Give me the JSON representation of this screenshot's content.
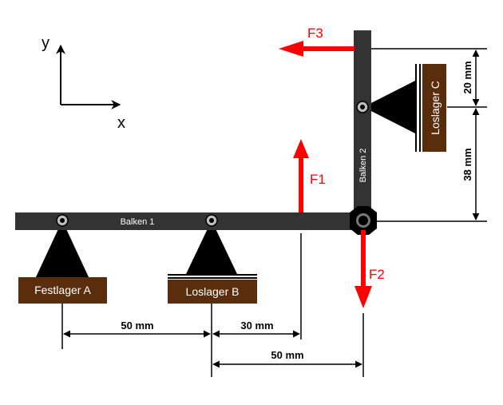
{
  "axes": {
    "x_label": "x",
    "y_label": "y"
  },
  "beams": {
    "beam1": {
      "label": "Balken 1"
    },
    "beam2": {
      "label": "Balken 2"
    }
  },
  "supports": {
    "a": {
      "label": "Festlager A"
    },
    "b": {
      "label": "Loslager B"
    },
    "c": {
      "label": "Loslager C"
    }
  },
  "forces": {
    "f1": {
      "label": "F1",
      "direction": "up"
    },
    "f2": {
      "label": "F2",
      "direction": "down"
    },
    "f3": {
      "label": "F3",
      "direction": "left"
    }
  },
  "dimensions": {
    "a_to_b": "50 mm",
    "b_to_f1": "30 mm",
    "b_to_f2": "50 mm",
    "c_top": "20 mm",
    "c_bottom": "38 mm"
  },
  "colors": {
    "beam": "#333333",
    "support_base": "#5a2e0c",
    "force": "#ff0000",
    "line": "#000000"
  }
}
